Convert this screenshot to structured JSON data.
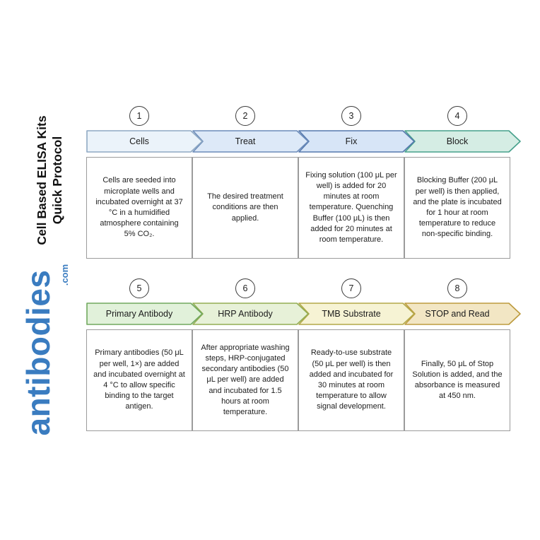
{
  "sidebar": {
    "title_line1": "Cell Based ELISA Kits",
    "title_line2": "Quick Protocol",
    "brand": "antibodies",
    "brand_suffix": ".com",
    "brand_color": "#3a7cc0"
  },
  "steps": [
    {
      "number": "1",
      "label": "Cells",
      "description": "Cells are seeded into microplate wells and incubated overnight at 37 °C in a humidified atmosphere containing 5% CO₂.",
      "fill": "#ebf3fa",
      "border": "#8fa9c4"
    },
    {
      "number": "2",
      "label": "Treat",
      "description": "The desired treatment conditions are then applied.",
      "fill": "#dde9f8",
      "border": "#6c8cba"
    },
    {
      "number": "3",
      "label": "Fix",
      "description": "Fixing solution (100 μL per well) is added for 20 minutes at room temperature. Quenching Buffer (100 μL) is then added for 20 minutes at room temperature.",
      "fill": "#d7e5f7",
      "border": "#5578ad"
    },
    {
      "number": "4",
      "label": "Block",
      "description": "Blocking Buffer (200 μL per well) is then applied, and the plate is incubated for 1 hour at room temperature to reduce non-specific binding.",
      "fill": "#d5ede4",
      "border": "#47a18c"
    },
    {
      "number": "5",
      "label": "Primary Antibody",
      "description": "Primary antibodies (50 μL per well, 1×) are added and incubated overnight at 4 °C to allow specific binding to the target antigen.",
      "fill": "#e1f1da",
      "border": "#71a95e"
    },
    {
      "number": "6",
      "label": "HRP Antibody",
      "description": "After appropriate washing steps, HRP-conjugated secondary antibodies (50 μL per well) are added and incubated for 1.5 hours at room temperature.",
      "fill": "#e7f1d8",
      "border": "#93ad53"
    },
    {
      "number": "7",
      "label": "TMB Substrate",
      "description": "Ready-to-use substrate (50 μL per well) is then added and incubated for 30 minutes at room temperature to allow signal development.",
      "fill": "#f6f3d4",
      "border": "#b3a848"
    },
    {
      "number": "8",
      "label": "STOP and Read",
      "description": "Finally, 50 μL of Stop Solution is added, and the absorbance is measured at 450 nm.",
      "fill": "#f2e6c4",
      "border": "#bd9b3e"
    }
  ]
}
